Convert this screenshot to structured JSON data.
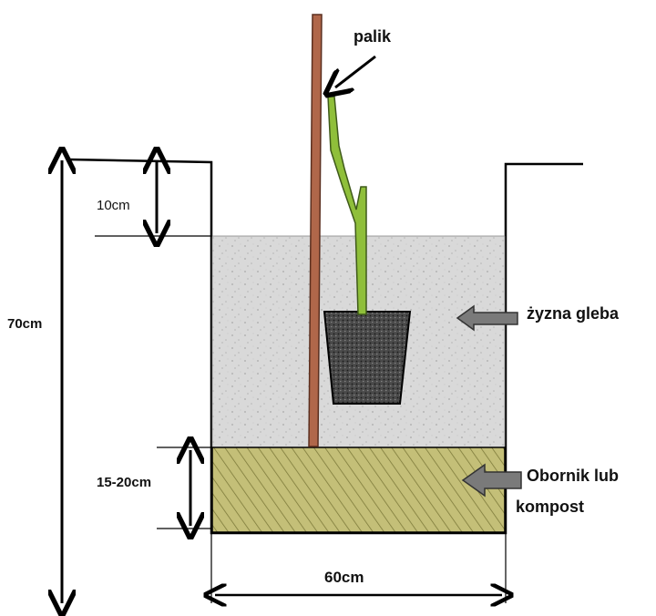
{
  "labels": {
    "stake": "palik",
    "top_gap": "10cm",
    "total_depth": "70cm",
    "fertile_soil": "żyzna gleba",
    "manure_depth": "15-20cm",
    "manure_line1": "Obornik lub",
    "manure_line2": "kompost",
    "width": "60cm"
  },
  "colors": {
    "soil": "#d6d6d6",
    "manure": "#b8b56a",
    "stake": "#b0674a",
    "plant": "#8fbf3a",
    "pot": "#3a3a3a",
    "arrow_gray": "#7a7a7a",
    "ink": "#000000"
  }
}
